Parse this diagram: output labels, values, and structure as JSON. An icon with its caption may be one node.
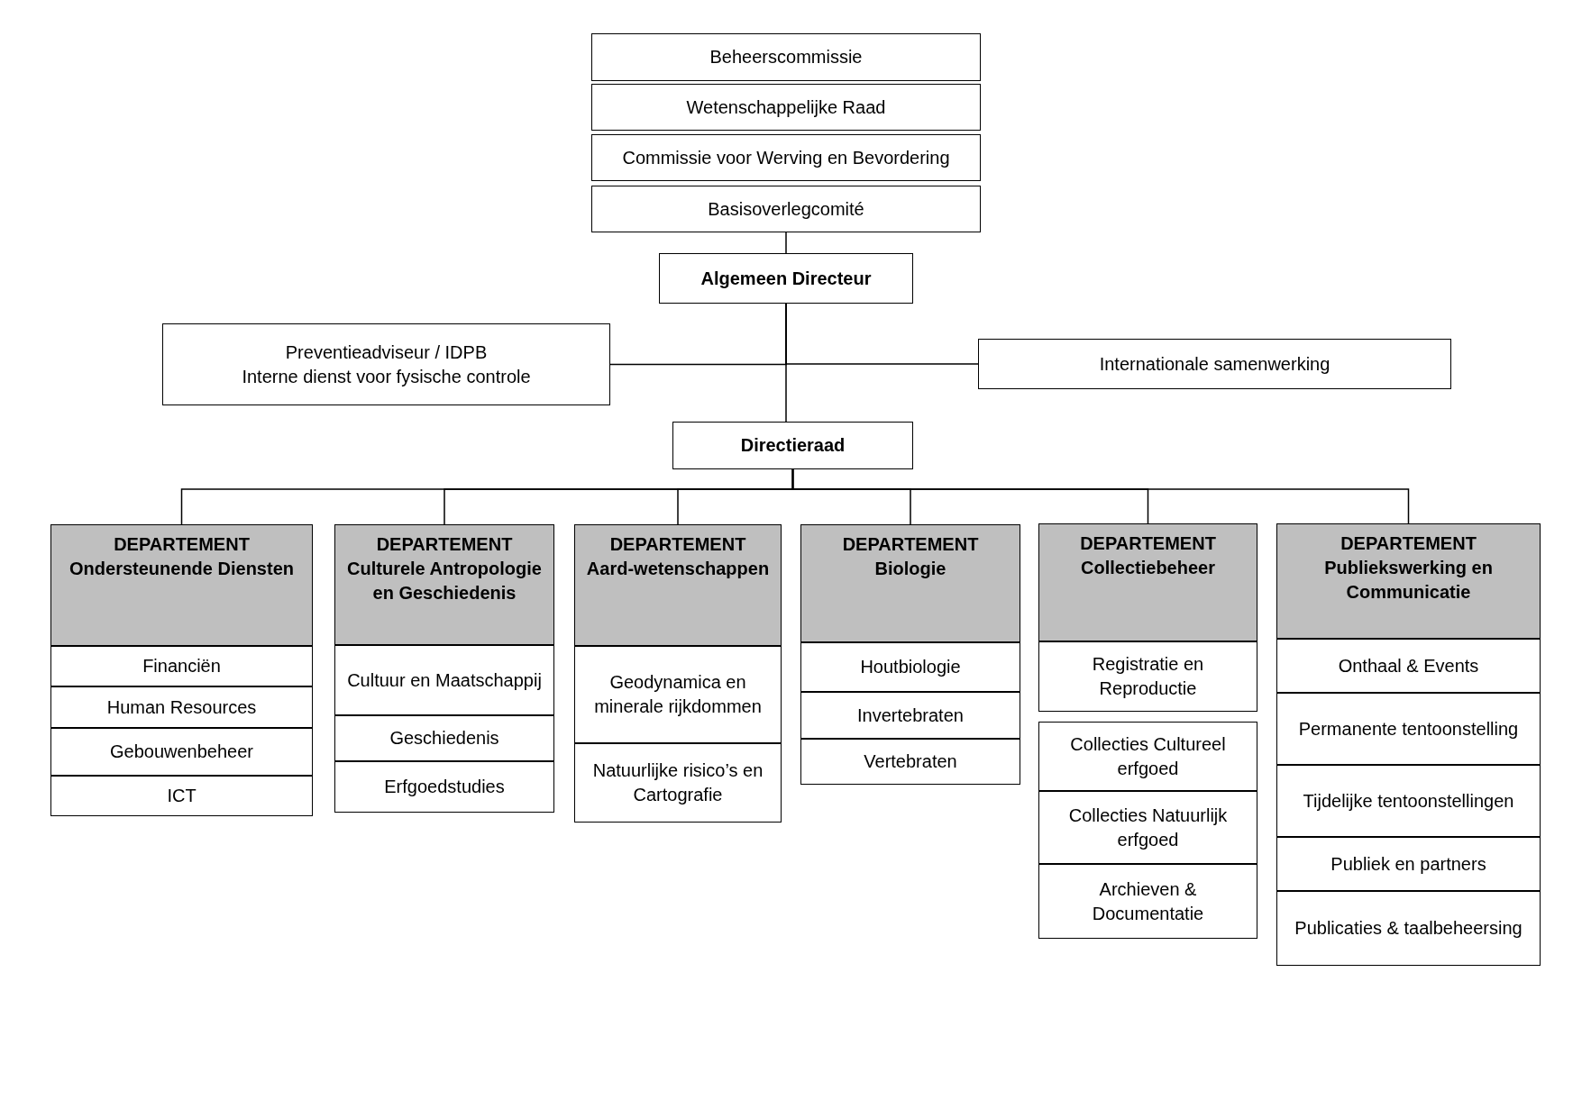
{
  "diagram": {
    "nodes": [
      {
        "text": [
          "Beheerscommissie"
        ]
      },
      {
        "text": [
          "Wetenschappelijke Raad"
        ]
      },
      {
        "text": [
          "Commissie voor Werving en Bevordering"
        ]
      },
      {
        "text": [
          "Basisoverlegcomité"
        ]
      },
      {
        "text": [
          "Algemeen Directeur"
        ]
      },
      {
        "text": [
          "Preventieadviseur / IDPB",
          "Interne dienst voor fysische controle"
        ]
      },
      {
        "text": [
          "Internationale samenwerking"
        ]
      },
      {
        "text": [
          "Directieraad"
        ]
      },
      {
        "text": [
          "DEPARTEMENT",
          "Ondersteunende Diensten"
        ]
      },
      {
        "text": [
          "Financiën"
        ]
      },
      {
        "text": [
          "Human Resources"
        ]
      },
      {
        "text": [
          "Gebouwenbeheer"
        ]
      },
      {
        "text": [
          "ICT"
        ]
      },
      {
        "text": [
          "DEPARTEMENT",
          "Culturele Antropologie en Geschiedenis"
        ]
      },
      {
        "text": [
          "Cultuur en Maatschappij"
        ]
      },
      {
        "text": [
          "Geschiedenis"
        ]
      },
      {
        "text": [
          "Erfgoedstudies"
        ]
      },
      {
        "text": [
          "DEPARTEMENT",
          "Aard-wetenschappen"
        ]
      },
      {
        "text": [
          "Geodynamica en minerale rijkdommen"
        ]
      },
      {
        "text": [
          "Natuurlijke risico’s en Cartografie"
        ]
      },
      {
        "text": [
          "DEPARTEMENT",
          "Biologie"
        ]
      },
      {
        "text": [
          "Houtbiologie"
        ]
      },
      {
        "text": [
          "Invertebraten"
        ]
      },
      {
        "text": [
          "Vertebraten"
        ]
      },
      {
        "text": [
          "DEPARTEMENT",
          "Collectiebeheer"
        ]
      },
      {
        "text": [
          "Registratie en Reproductie"
        ]
      },
      {
        "text": [
          "Collecties Cultureel erfgoed"
        ]
      },
      {
        "text": [
          "Collecties Natuurlijk erfgoed"
        ]
      },
      {
        "text": [
          "Archieven & Documentatie"
        ]
      },
      {
        "text": [
          "DEPARTEMENT",
          "Publiekswerking en Communicatie"
        ]
      },
      {
        "text": [
          "Onthaal & Events"
        ]
      },
      {
        "text": [
          "Permanente tentoonstelling"
        ]
      },
      {
        "text": [
          "Tijdelijke tentoonstellingen"
        ]
      },
      {
        "text": [
          "Publiek en partners"
        ]
      },
      {
        "text": [
          "Publicaties & taalbeheersing"
        ]
      }
    ],
    "edges": [
      {
        "from": 3,
        "to": 4,
        "arrow": "none"
      },
      {
        "from": 4,
        "to": 5,
        "arrow": "none"
      },
      {
        "from": 4,
        "to": 6,
        "arrow": "none"
      },
      {
        "from": 4,
        "to": 7,
        "arrow": "none"
      },
      {
        "from": 7,
        "to": 8,
        "arrow": "none"
      },
      {
        "from": 7,
        "to": 13,
        "arrow": "none"
      },
      {
        "from": 7,
        "to": 17,
        "arrow": "none"
      },
      {
        "from": 7,
        "to": 20,
        "arrow": "none"
      },
      {
        "from": 7,
        "to": 24,
        "arrow": "none"
      },
      {
        "from": 7,
        "to": 29,
        "arrow": "none"
      }
    ]
  }
}
